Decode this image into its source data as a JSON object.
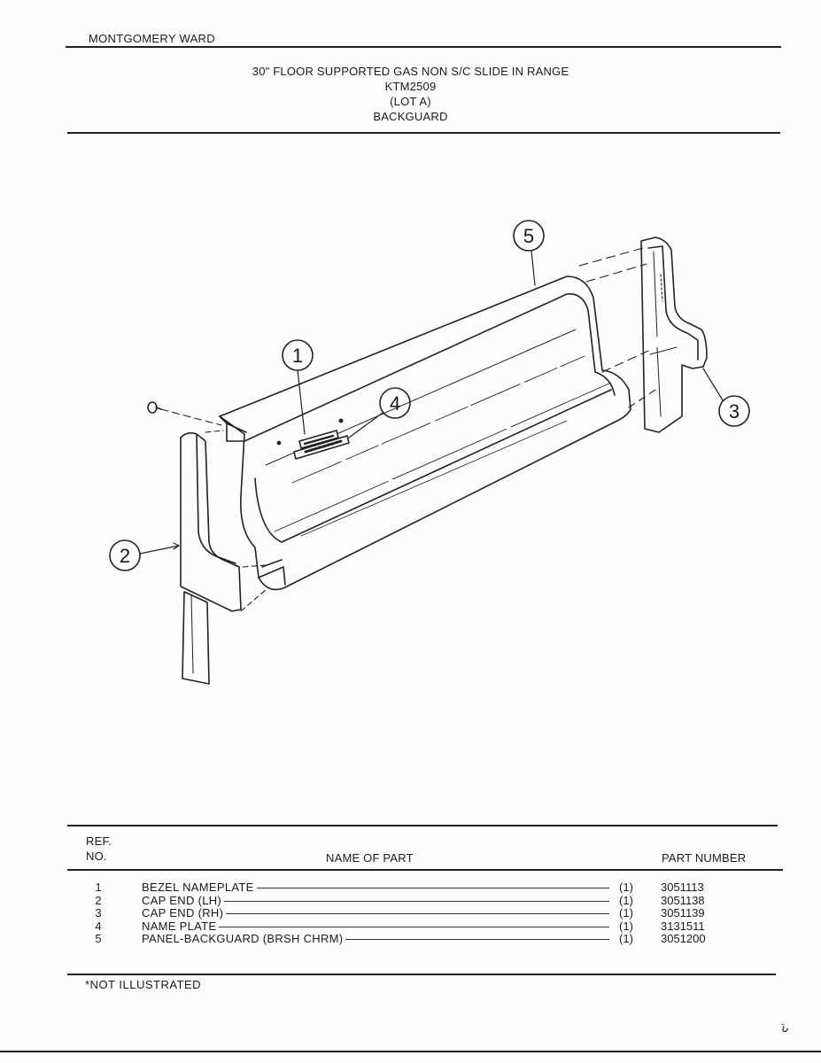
{
  "header": {
    "brand": "MONTGOMERY WARD",
    "title_lines": [
      "30\" FLOOR SUPPORTED GAS NON S/C SLIDE IN RANGE",
      "KTM2509",
      "(LOT A)",
      "BACKGUARD"
    ]
  },
  "diagram": {
    "callouts": [
      "1",
      "2",
      "3",
      "4",
      "5"
    ]
  },
  "parts_table": {
    "headers": {
      "ref_line1": "REF.",
      "ref_line2": "NO.",
      "name": "NAME OF PART",
      "part_number": "PART NUMBER"
    },
    "rows": [
      {
        "ref": "1",
        "name": "BEZEL NAMEPLATE",
        "qty": "(1)",
        "part_number": "3051113"
      },
      {
        "ref": "2",
        "name": "CAP END (LH)",
        "qty": "(1)",
        "part_number": "3051138"
      },
      {
        "ref": "3",
        "name": "CAP END (RH)",
        "qty": "(1)",
        "part_number": "3051139"
      },
      {
        "ref": "4",
        "name": "NAME PLATE",
        "qty": "(1)",
        "part_number": "3131511"
      },
      {
        "ref": "5",
        "name": "PANEL-BACKGUARD (BRSH CHRM)",
        "qty": "(1)",
        "part_number": "3051200"
      }
    ]
  },
  "footer": {
    "note": "*NOT ILLUSTRATED",
    "page_mark": "¿"
  }
}
